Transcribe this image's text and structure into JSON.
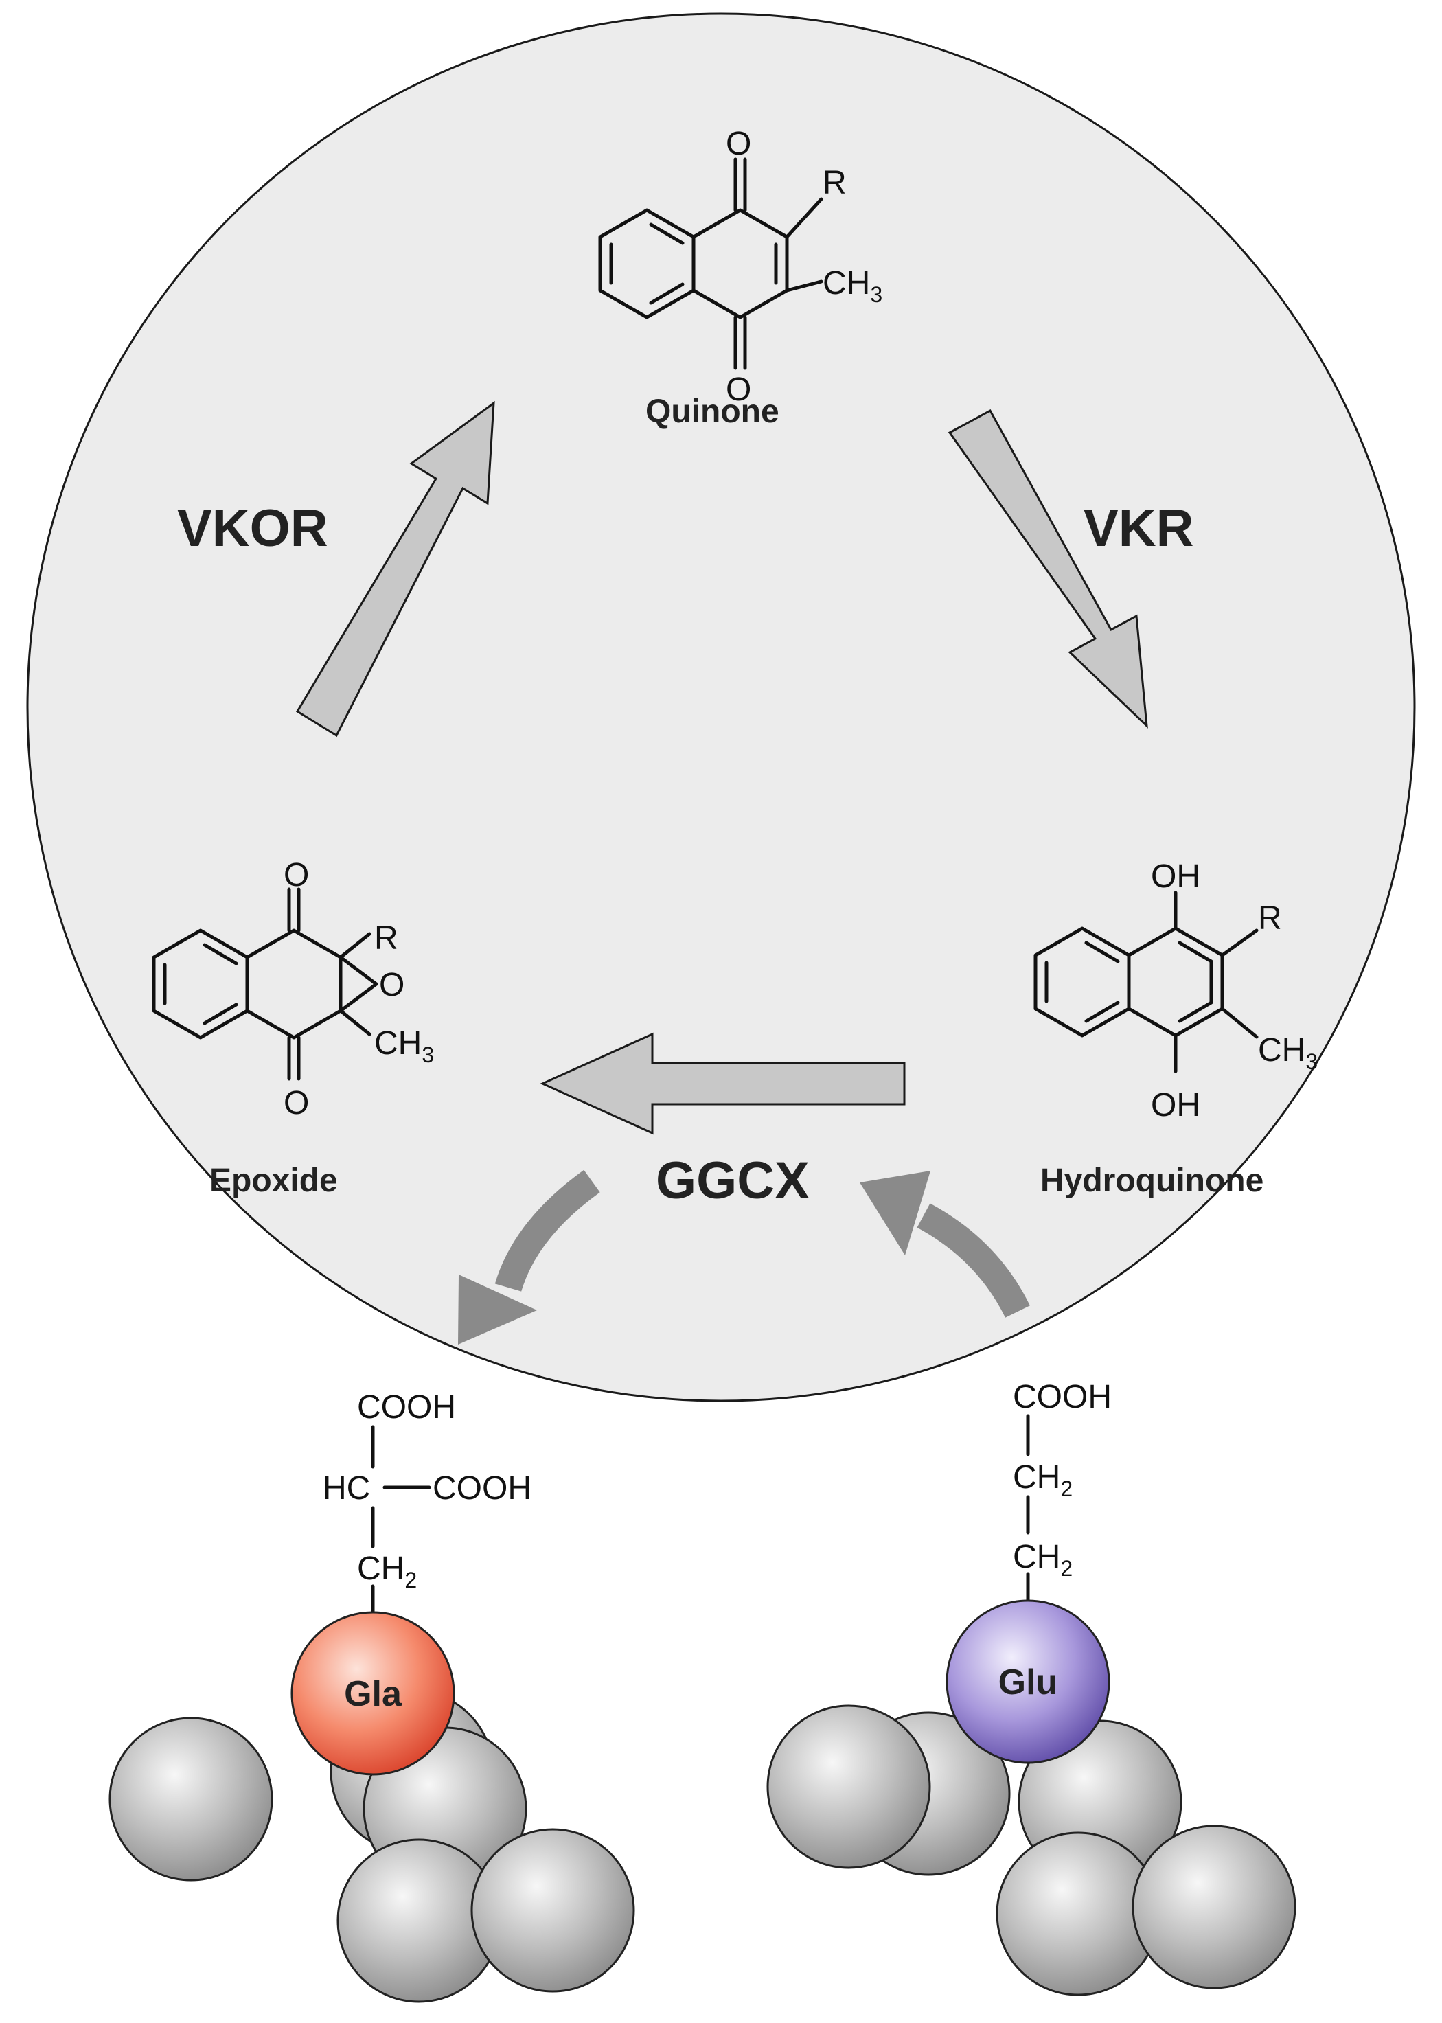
{
  "enzymes": {
    "vkor": "VKOR",
    "vkr": "VKR",
    "ggcx": "GGCX"
  },
  "molecules": {
    "quinone": {
      "name": "Quinone",
      "o_top": "O",
      "o_bottom": "O",
      "r": "R",
      "ch": "CH",
      "ch_sub": "3"
    },
    "hydroquinone": {
      "name": "Hydroquinone",
      "oh_top": "OH",
      "oh_bottom": "OH",
      "r": "R",
      "ch": "CH",
      "ch_sub": "3"
    },
    "epoxide": {
      "name": "Epoxide",
      "o_top": "O",
      "o_bottom": "O",
      "o_ring": "O",
      "r": "R",
      "ch": "CH",
      "ch_sub": "3"
    }
  },
  "residues": {
    "gla": {
      "label": "Gla",
      "cooh1": "COOH",
      "hc": "HC",
      "cooh2": "COOH",
      "ch2": "CH",
      "ch2_sub": "2"
    },
    "glu": {
      "label": "Glu",
      "cooh": "COOH",
      "ch2_a": "CH",
      "ch2_a_sub": "2",
      "ch2_b": "CH",
      "ch2_b_sub": "2"
    }
  },
  "colors": {
    "cycle_fill": "#ececec",
    "arrow_fill": "#c8c8c8",
    "curved_arrow": "#8a8a8a",
    "gla_color": "#f06a4f",
    "glu_color": "#8c7ad0",
    "protein_sphere": "#a8a8a8"
  }
}
